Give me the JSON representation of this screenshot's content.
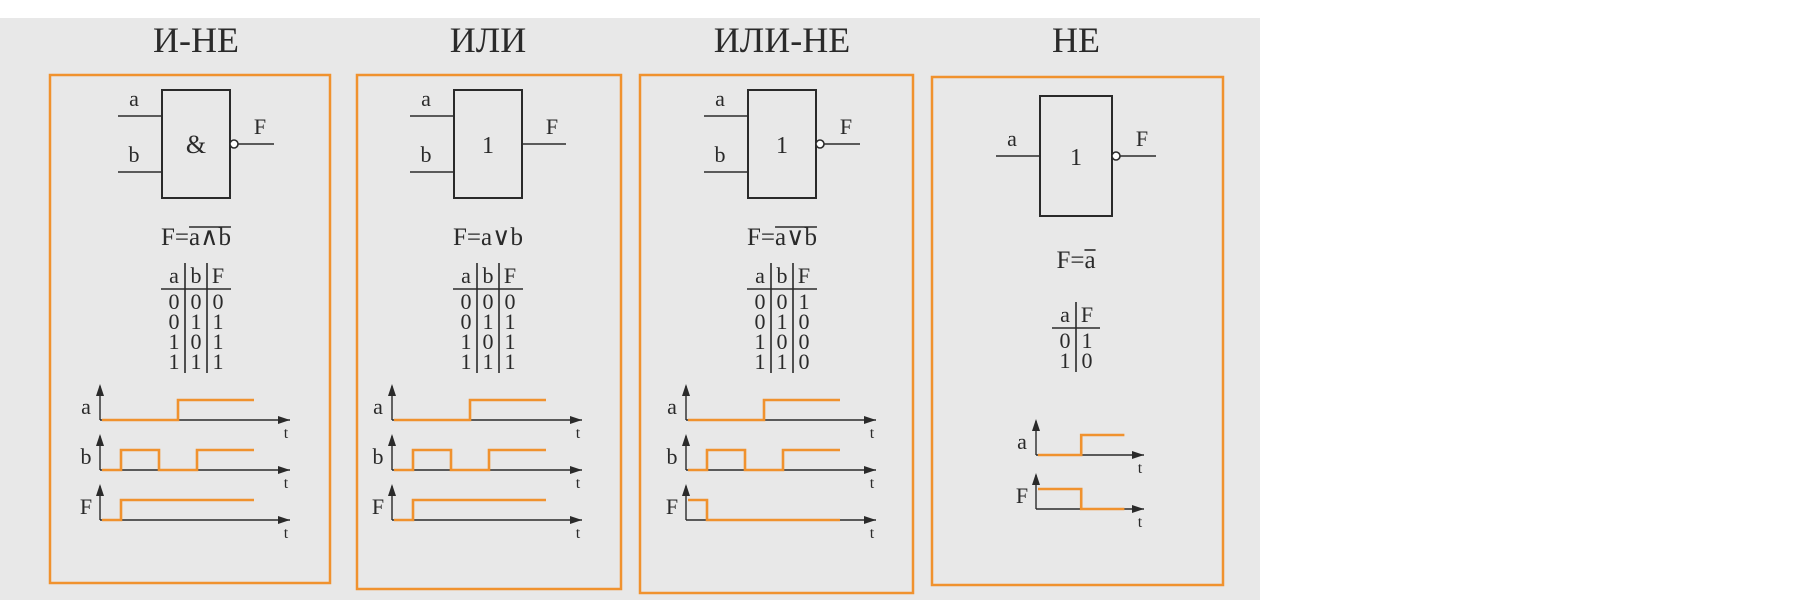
{
  "colors": {
    "background": "#e8e8e8",
    "frame": "#f0922e",
    "signal": "#f0922e",
    "ink": "#2a2a2a"
  },
  "time_label": "t",
  "gates": [
    {
      "title": "И-НЕ",
      "gate_symbol": "&",
      "inverted_output": true,
      "inputs": [
        "a",
        "b"
      ],
      "output": "F",
      "formula": {
        "prefix": "F=",
        "over": "a∧b",
        "plain": ""
      },
      "table": {
        "headers": [
          "a",
          "b",
          "F"
        ],
        "rows": [
          [
            "0",
            "0",
            "0"
          ],
          [
            "0",
            "1",
            "1"
          ],
          [
            "1",
            "0",
            "1"
          ],
          [
            "1",
            "1",
            "1"
          ]
        ]
      },
      "timing": [
        {
          "label": "a",
          "levels": [
            0,
            0,
            0,
            0,
            1,
            1,
            1,
            1
          ]
        },
        {
          "label": "b",
          "levels": [
            0,
            1,
            1,
            0,
            0,
            1,
            1,
            1
          ]
        },
        {
          "label": "F",
          "levels": [
            0,
            1,
            1,
            1,
            1,
            1,
            1,
            1
          ]
        }
      ]
    },
    {
      "title": "ИЛИ",
      "gate_symbol": "1",
      "inverted_output": false,
      "inputs": [
        "a",
        "b"
      ],
      "output": "F",
      "formula": {
        "prefix": "F=",
        "over": "",
        "plain": "a∨b"
      },
      "table": {
        "headers": [
          "a",
          "b",
          "F"
        ],
        "rows": [
          [
            "0",
            "0",
            "0"
          ],
          [
            "0",
            "1",
            "1"
          ],
          [
            "1",
            "0",
            "1"
          ],
          [
            "1",
            "1",
            "1"
          ]
        ]
      },
      "timing": [
        {
          "label": "a",
          "levels": [
            0,
            0,
            0,
            0,
            1,
            1,
            1,
            1
          ]
        },
        {
          "label": "b",
          "levels": [
            0,
            1,
            1,
            0,
            0,
            1,
            1,
            1
          ]
        },
        {
          "label": "F",
          "levels": [
            0,
            1,
            1,
            1,
            1,
            1,
            1,
            1
          ]
        }
      ]
    },
    {
      "title": "ИЛИ-НЕ",
      "gate_symbol": "1",
      "inverted_output": true,
      "inputs": [
        "a",
        "b"
      ],
      "output": "F",
      "formula": {
        "prefix": "F=",
        "over": "a∨b",
        "plain": ""
      },
      "table": {
        "headers": [
          "a",
          "b",
          "F"
        ],
        "rows": [
          [
            "0",
            "0",
            "1"
          ],
          [
            "0",
            "1",
            "0"
          ],
          [
            "1",
            "0",
            "0"
          ],
          [
            "1",
            "1",
            "0"
          ]
        ]
      },
      "timing": [
        {
          "label": "a",
          "levels": [
            0,
            0,
            0,
            0,
            1,
            1,
            1,
            1
          ]
        },
        {
          "label": "b",
          "levels": [
            0,
            1,
            1,
            0,
            0,
            1,
            1,
            1
          ]
        },
        {
          "label": "F",
          "levels": [
            1,
            0,
            0,
            0,
            0,
            0,
            0,
            0
          ]
        }
      ]
    },
    {
      "title": "НЕ",
      "gate_symbol": "1",
      "inverted_output": true,
      "inputs": [
        "a"
      ],
      "output": "F",
      "formula": {
        "prefix": "F=",
        "over": "a",
        "plain": ""
      },
      "table": {
        "headers": [
          "a",
          "F"
        ],
        "rows": [
          [
            "0",
            "1"
          ],
          [
            "1",
            "0"
          ]
        ]
      },
      "timing": [
        {
          "label": "a",
          "levels": [
            0,
            1
          ]
        },
        {
          "label": "F",
          "levels": [
            1,
            0
          ]
        }
      ]
    }
  ]
}
